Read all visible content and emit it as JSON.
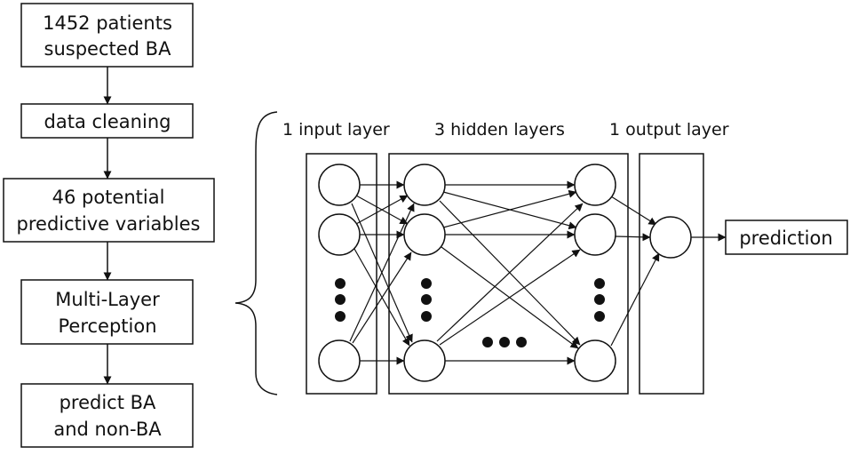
{
  "flowchart": {
    "steps": [
      {
        "lines": [
          "1452 patients",
          "suspected BA"
        ]
      },
      {
        "lines": [
          "data cleaning"
        ]
      },
      {
        "lines": [
          "46 potential",
          "predictive variables"
        ]
      },
      {
        "lines": [
          "Multi-Layer",
          "Perception"
        ]
      },
      {
        "lines": [
          "predict BA",
          "and non-BA"
        ]
      }
    ]
  },
  "network": {
    "input_label": "1 input layer",
    "hidden_label": "3 hidden layers",
    "output_label": "1 output layer",
    "prediction_label": "prediction"
  }
}
